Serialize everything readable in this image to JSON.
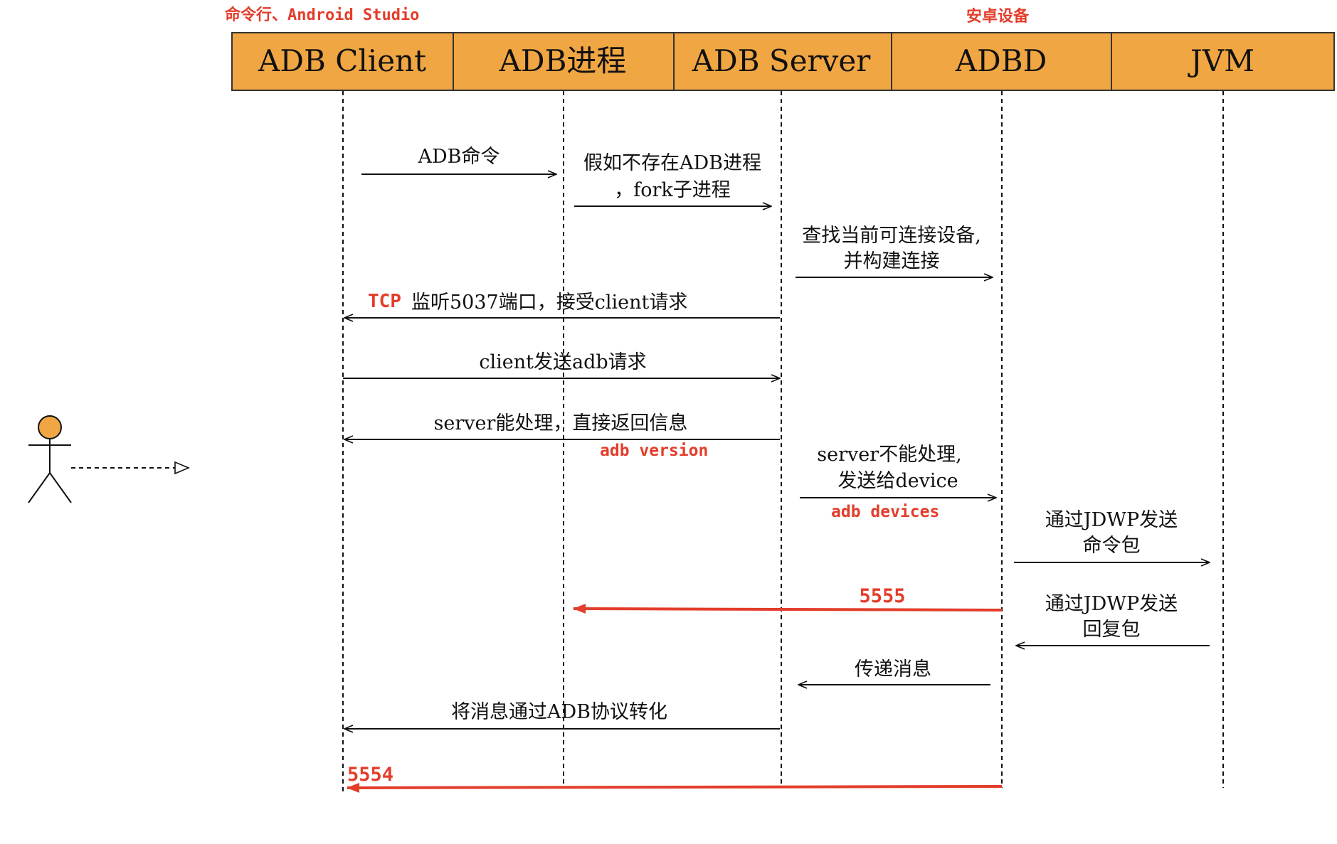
{
  "colors": {
    "header_fill": "#f0a643",
    "header_stroke": "#333333",
    "accent_red": "#e33d2b",
    "line": "#111111",
    "actor_fill": "#f0a643"
  },
  "top_labels": {
    "client_side": "命令行、Android Studio",
    "device_side": "安卓设备"
  },
  "participants": [
    {
      "id": "adb_client",
      "label": "ADB Client"
    },
    {
      "id": "adb_process",
      "label": "ADB进程"
    },
    {
      "id": "adb_server",
      "label": "ADB Server"
    },
    {
      "id": "adbd",
      "label": "ADBD"
    },
    {
      "id": "jvm",
      "label": "JVM"
    }
  ],
  "messages": [
    {
      "id": "m1",
      "from": "adb_client",
      "to": "adb_process",
      "lines": [
        "ADB命令"
      ]
    },
    {
      "id": "m2",
      "from": "adb_process",
      "to": "adb_server",
      "lines": [
        "假如不存在ADB进程",
        "，fork子进程"
      ]
    },
    {
      "id": "m3",
      "from": "adb_server",
      "to": "adbd",
      "lines": [
        "查找当前可连接设备,",
        "并构建连接"
      ]
    },
    {
      "id": "m4",
      "from": "adb_server",
      "to": "adb_client",
      "tag": "TCP",
      "lines": [
        "监听5037端口，接受client请求"
      ]
    },
    {
      "id": "m5",
      "from": "adb_client",
      "to": "adb_server",
      "lines": [
        "client发送adb请求"
      ]
    },
    {
      "id": "m6",
      "from": "adb_server",
      "to": "adb_client",
      "lines": [
        "server能处理，直接返回信息"
      ],
      "note": "adb version"
    },
    {
      "id": "m7",
      "from": "adb_server",
      "to": "adbd",
      "lines": [
        "server不能处理,",
        "发送给device"
      ],
      "note": "adb devices"
    },
    {
      "id": "m8",
      "from": "adbd",
      "to": "jvm",
      "lines": [
        "通过JDWP发送",
        "命令包"
      ]
    },
    {
      "id": "m9",
      "from": "adbd",
      "to": "adb_process",
      "port": "5555",
      "highlight": true
    },
    {
      "id": "m10",
      "from": "jvm",
      "to": "adbd",
      "lines": [
        "通过JDWP发送",
        "回复包"
      ]
    },
    {
      "id": "m11",
      "from": "adbd",
      "to": "adb_server",
      "lines": [
        "传递消息"
      ]
    },
    {
      "id": "m12",
      "from": "adb_server",
      "to": "adb_client",
      "lines": [
        "将消息通过ADB协议转化"
      ]
    },
    {
      "id": "m13",
      "from": "adbd",
      "to": "adb_client",
      "port": "5554",
      "highlight": true
    }
  ]
}
